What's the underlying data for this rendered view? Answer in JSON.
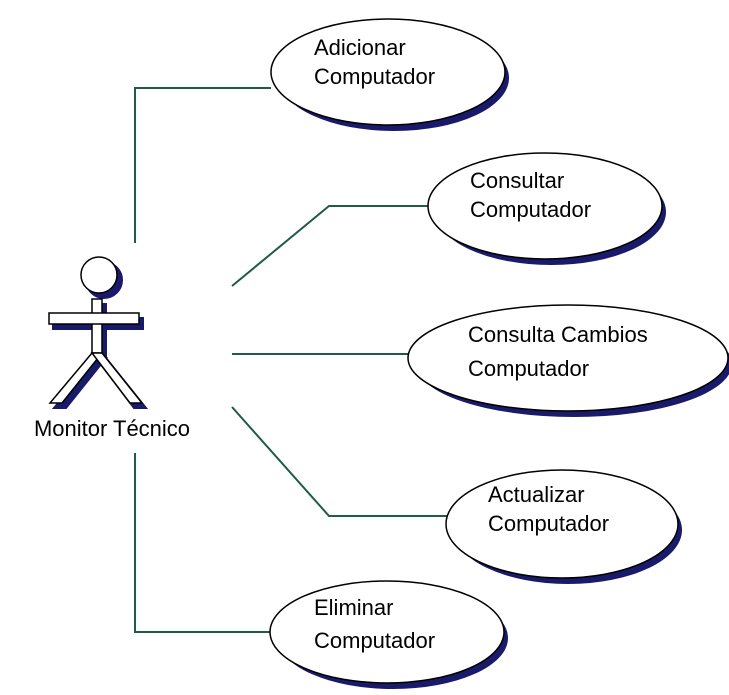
{
  "colors": {
    "line": "#1f5a4a",
    "outline": "#000000",
    "shadow": "#1a1a6b",
    "fill": "#ffffff"
  },
  "actor": {
    "name": "Monitor Técnico"
  },
  "use_cases": [
    {
      "line1": "Adicionar",
      "line2": "Computador"
    },
    {
      "line1": "Consultar",
      "line2": "Computador"
    },
    {
      "line1": "Consulta Cambios",
      "line2": "Computador"
    },
    {
      "line1": "Actualizar",
      "line2": "Computador"
    },
    {
      "line1": "Eliminar",
      "line2": "Computador"
    }
  ]
}
